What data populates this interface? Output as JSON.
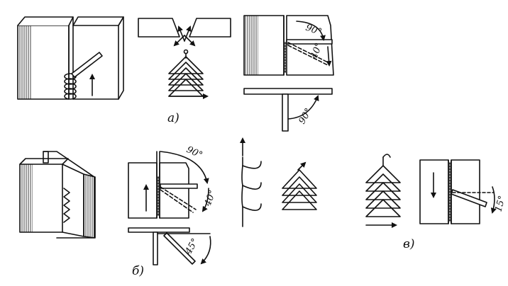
{
  "labels": {
    "a": "а)",
    "b": "б)",
    "v": "в)"
  },
  "angles": {
    "a_top": "90°",
    "a_side": "40°",
    "a_bottom": "90°",
    "b_top": "90°",
    "b_side": "40°",
    "b_bottom": "45°",
    "v_side": "15°"
  },
  "colors": {
    "ink": "#111111",
    "paper": "#ffffff"
  }
}
